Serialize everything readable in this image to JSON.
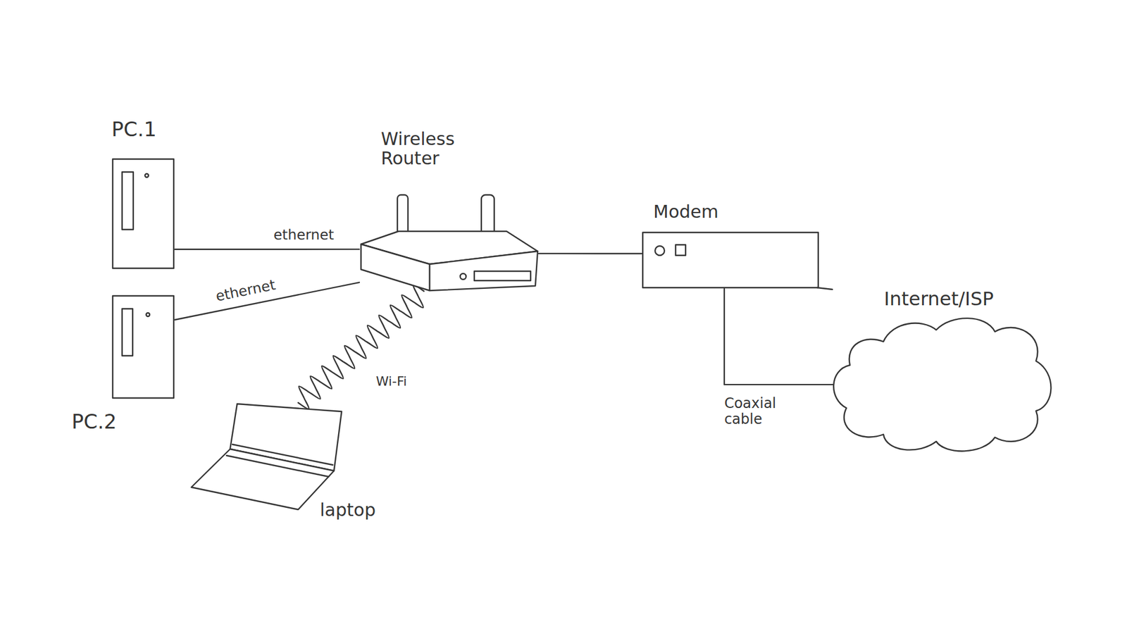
{
  "diagram": {
    "nodes": [
      {
        "text": [
          "PC.1"
        ]
      },
      {
        "text": [
          "Wireless Router"
        ]
      },
      {
        "text": [
          "Modem"
        ]
      },
      {
        "text": [
          "Internet/ISP"
        ]
      },
      {
        "text": [
          "PC.2"
        ]
      },
      {
        "text": [
          "laptop"
        ]
      }
    ],
    "edges": [
      {
        "from": 0,
        "to": 1,
        "arrow": "none",
        "label": "ethernet"
      },
      {
        "from": 4,
        "to": 1,
        "arrow": "none",
        "label": "ethernet"
      },
      {
        "from": 5,
        "to": 1,
        "arrow": "none",
        "label": "Wi-Fi"
      },
      {
        "from": 1,
        "to": 2,
        "arrow": "none"
      },
      {
        "from": 2,
        "to": 3,
        "arrow": "none",
        "label": "Coaxial cable"
      }
    ]
  }
}
